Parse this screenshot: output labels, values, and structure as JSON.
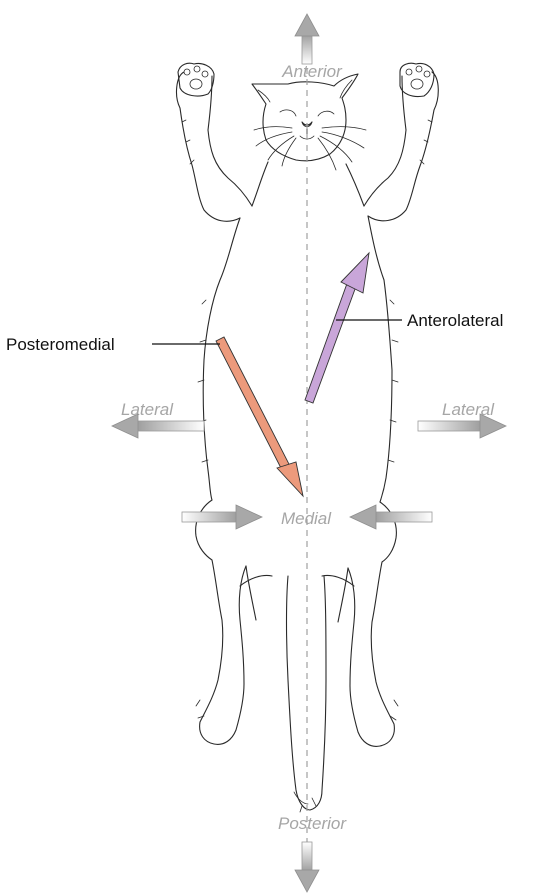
{
  "labels": {
    "anterior": "Anterior",
    "posterior": "Posterior",
    "lateral_left": "Lateral",
    "lateral_right": "Lateral",
    "medial": "Medial",
    "anterolateral": "Anterolateral",
    "posteromedial": "Posteromedial"
  },
  "colors": {
    "direction_arrow_gray": "#a8a8a8",
    "anterolateral_arrow": "#c9a6d9",
    "posteromedial_arrow": "#ec9a7c",
    "direction_label": "#a6a6a6"
  },
  "icons": {
    "figure": "cat-dorsal-view-outline"
  }
}
